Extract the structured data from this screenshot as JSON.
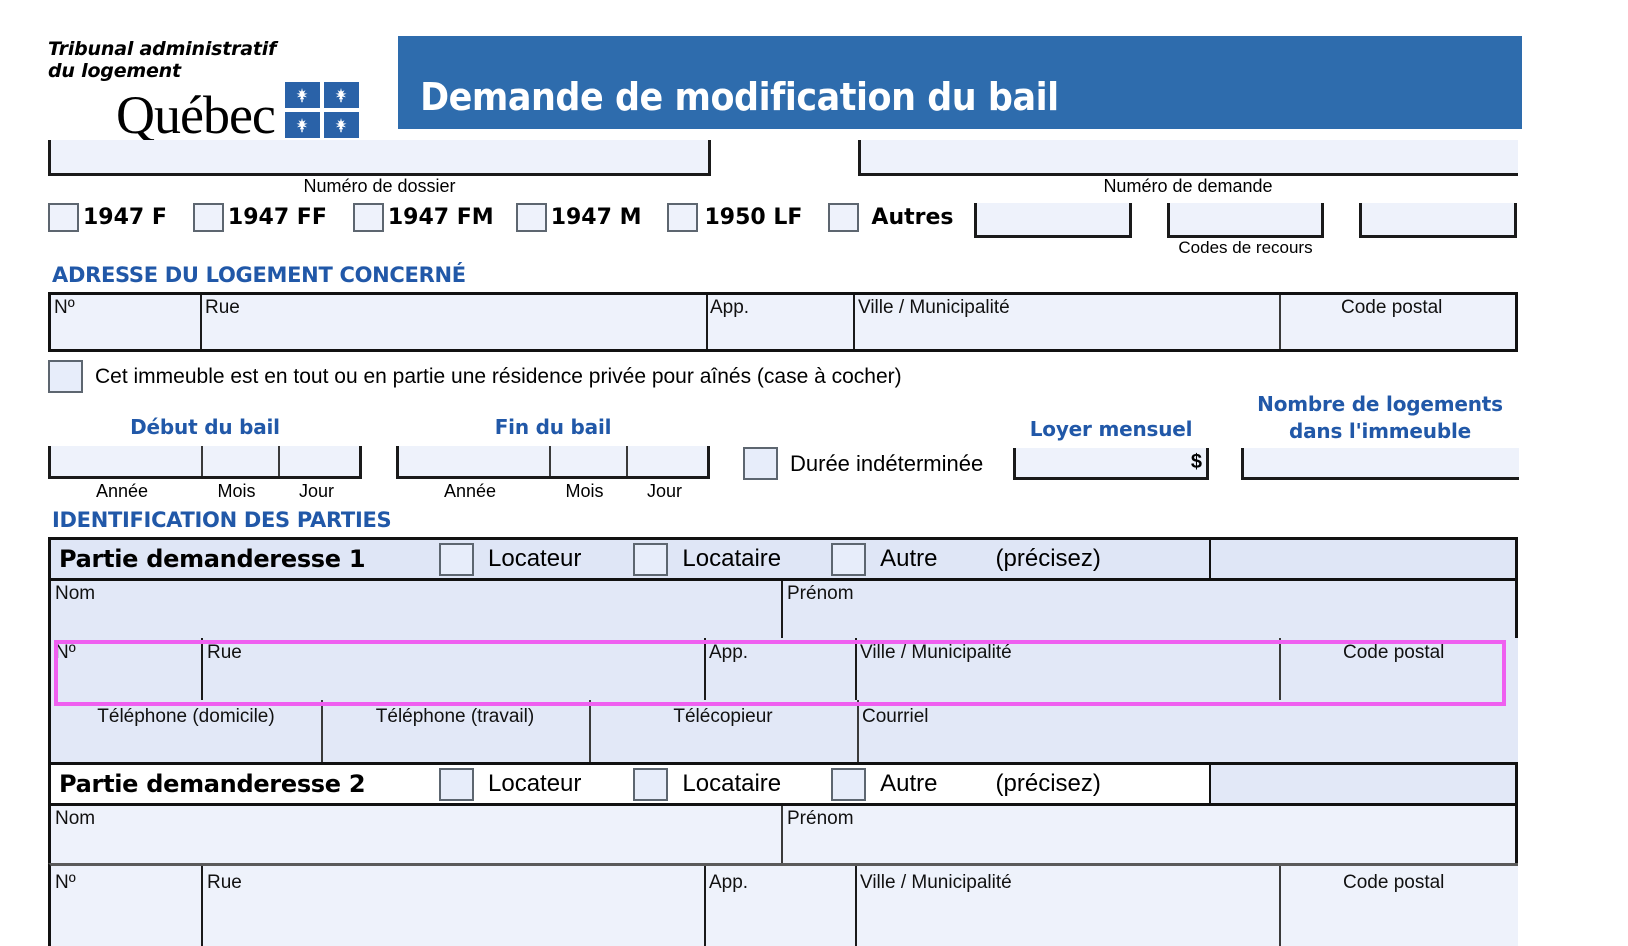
{
  "header": {
    "org_line1": "Tribunal administratif",
    "org_line2": "du logement",
    "wordmark": "Québec",
    "title": "Demande de modification du bail",
    "title_bar_color": "#2e6cad",
    "accent_blue": "#2158a8"
  },
  "top_fields": {
    "file_number_caption": "Numéro de dossier",
    "request_number_caption": "Numéro de demande",
    "recourse_codes_caption": "Codes de recours",
    "file_number_value": "",
    "request_number_value": "",
    "recourse_code_1": "",
    "recourse_code_2": "",
    "recourse_code_3": ""
  },
  "form_codes": [
    {
      "label": "1947 F",
      "checked": false
    },
    {
      "label": "1947 FF",
      "checked": false
    },
    {
      "label": "1947 FM",
      "checked": false
    },
    {
      "label": "1947 M",
      "checked": false
    },
    {
      "label": "1950 LF",
      "checked": false
    },
    {
      "label": "Autres",
      "checked": false
    }
  ],
  "dwelling_address": {
    "section_title": "ADRESSE DU LOGEMENT CONCERNÉ",
    "columns": {
      "number": "Nº",
      "street": "Rue",
      "apt": "App.",
      "city": "Ville / Municipalité",
      "postal": "Code postal"
    },
    "values": {
      "number": "",
      "street": "",
      "apt": "",
      "city": "",
      "postal": ""
    },
    "seniors_checkbox_label": "Cet immeuble est en tout ou en partie une résidence privée pour aînés (case à cocher)",
    "seniors_checked": false
  },
  "lease": {
    "start_label": "Début du bail",
    "end_label": "Fin du bail",
    "sub_year": "Année",
    "sub_month": "Mois",
    "sub_day": "Jour",
    "start_year": "",
    "start_month": "",
    "start_day": "",
    "end_year": "",
    "end_month": "",
    "end_day": "",
    "indeterminate_label": "Durée indéterminée",
    "indeterminate_checked": false,
    "monthly_rent_label": "Loyer mensuel",
    "monthly_rent_value": "",
    "currency_symbol": "$",
    "units_label_line1": "Nombre de logements",
    "units_label_line2": "dans l'immeuble",
    "units_value": ""
  },
  "parties": {
    "section_title": "IDENTIFICATION DES PARTIES",
    "role_options": [
      "Locateur",
      "Locataire",
      "Autre"
    ],
    "specify_label": "(précisez)",
    "name_label": "Nom",
    "firstname_label": "Prénom",
    "address_columns": {
      "number": "Nº",
      "street": "Rue",
      "apt": "App.",
      "city": "Ville / Municipalité",
      "postal": "Code postal"
    },
    "contact_columns": {
      "phone_home": "Téléphone (domicile)",
      "phone_work": "Téléphone (travail)",
      "fax": "Télécopieur",
      "email": "Courriel"
    },
    "list": [
      {
        "title": "Partie demanderesse 1",
        "specify_value": "",
        "name": "",
        "firstname": "",
        "number": "",
        "street": "",
        "apt": "",
        "city": "",
        "postal": "",
        "phone_home": "",
        "phone_work": "",
        "fax": "",
        "email": ""
      },
      {
        "title": "Partie demanderesse 2",
        "specify_value": "",
        "name": "",
        "firstname": "",
        "number": "",
        "street": "",
        "apt": "",
        "city": "",
        "postal": ""
      }
    ]
  },
  "highlight": {
    "color": "#ef5ff0",
    "target": "partie-demanderesse-1-address-row"
  }
}
